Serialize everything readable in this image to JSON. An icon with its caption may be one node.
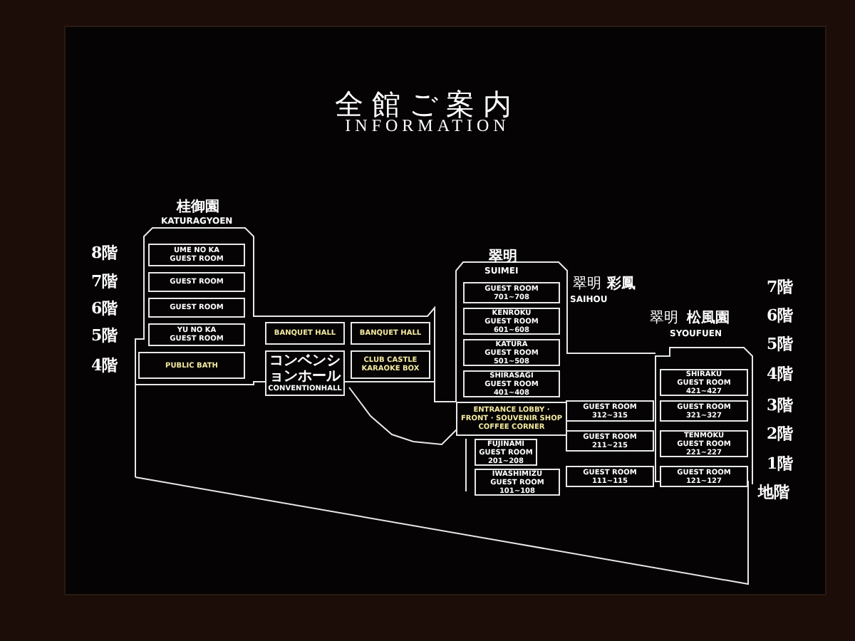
{
  "diagram": {
    "title": "全館ご案内",
    "nodes": [
      {
        "text": [
          "UME NO KA",
          "GUEST ROOM"
        ]
      },
      {
        "text": [
          "GUEST ROOM"
        ]
      },
      {
        "text": [
          "GUEST ROOM"
        ]
      },
      {
        "text": [
          "YU NO KA",
          "GUEST ROOM"
        ]
      },
      {
        "text": [
          "PUBLIC BATH"
        ]
      },
      {
        "text": [
          "BANQUET HALL"
        ]
      },
      {
        "text": [
          "BANQUET HALL"
        ]
      },
      {
        "text": [
          "コンベンションホール",
          "CONVENTIONHALL"
        ]
      },
      {
        "text": [
          "CLUB CASTLE",
          "KARAOKE BOX"
        ]
      },
      {
        "text": [
          "GUEST ROOM",
          "701~708"
        ]
      },
      {
        "text": [
          "KENROKU",
          "GUEST ROOM",
          "601~608"
        ]
      },
      {
        "text": [
          "KATURA",
          "GUEST ROOM",
          "501~508"
        ]
      },
      {
        "text": [
          "SHIRASAGI",
          "GUEST ROOM",
          "401~408"
        ]
      },
      {
        "text": [
          "ENTRANCE LOBBY · FRONT · SOUVENIR SHOP",
          "COFFEE CORNER"
        ]
      },
      {
        "text": [
          "FUJINAMI",
          "GUEST ROOM",
          "201~208"
        ]
      },
      {
        "text": [
          "IWASHIMIZU",
          "GUEST ROOM",
          "101~108"
        ]
      },
      {
        "text": [
          "GUEST ROOM",
          "312~315"
        ]
      },
      {
        "text": [
          "GUEST ROOM",
          "211~215"
        ]
      },
      {
        "text": [
          "GUEST ROOM",
          "111~115"
        ]
      },
      {
        "text": [
          "SHIRAKU",
          "GUEST ROOM",
          "421~427"
        ]
      },
      {
        "text": [
          "GUEST ROOM",
          "321~327"
        ]
      },
      {
        "text": [
          "TENMOKU",
          "GUEST ROOM",
          "221~227"
        ]
      },
      {
        "text": [
          "GUEST ROOM",
          "121~127"
        ]
      }
    ],
    "edges": [],
    "labels": [
      "INFORMATION",
      "桂御園",
      "KATURAGYOEN",
      "翠明",
      "SUIMEI",
      "翠明",
      "彩鳳",
      "SAIHOU",
      "翠明",
      "松風園",
      "SYOUFUEN",
      "8階",
      "7階",
      "6階",
      "5階",
      "4階",
      "7階",
      "6階",
      "5階",
      "4階",
      "3階",
      "2階",
      "1階",
      "地階"
    ]
  }
}
